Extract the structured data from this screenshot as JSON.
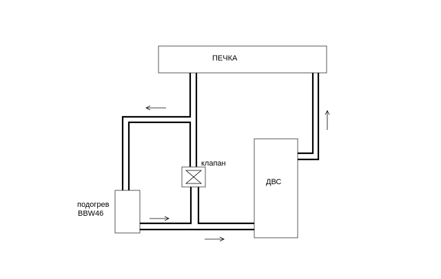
{
  "labels": {
    "heater": "ПЕЧКА",
    "engine": "ДВС",
    "valve": "клапан",
    "preheater_line1": "подогрев",
    "preheater_line2": "BBW46"
  }
}
